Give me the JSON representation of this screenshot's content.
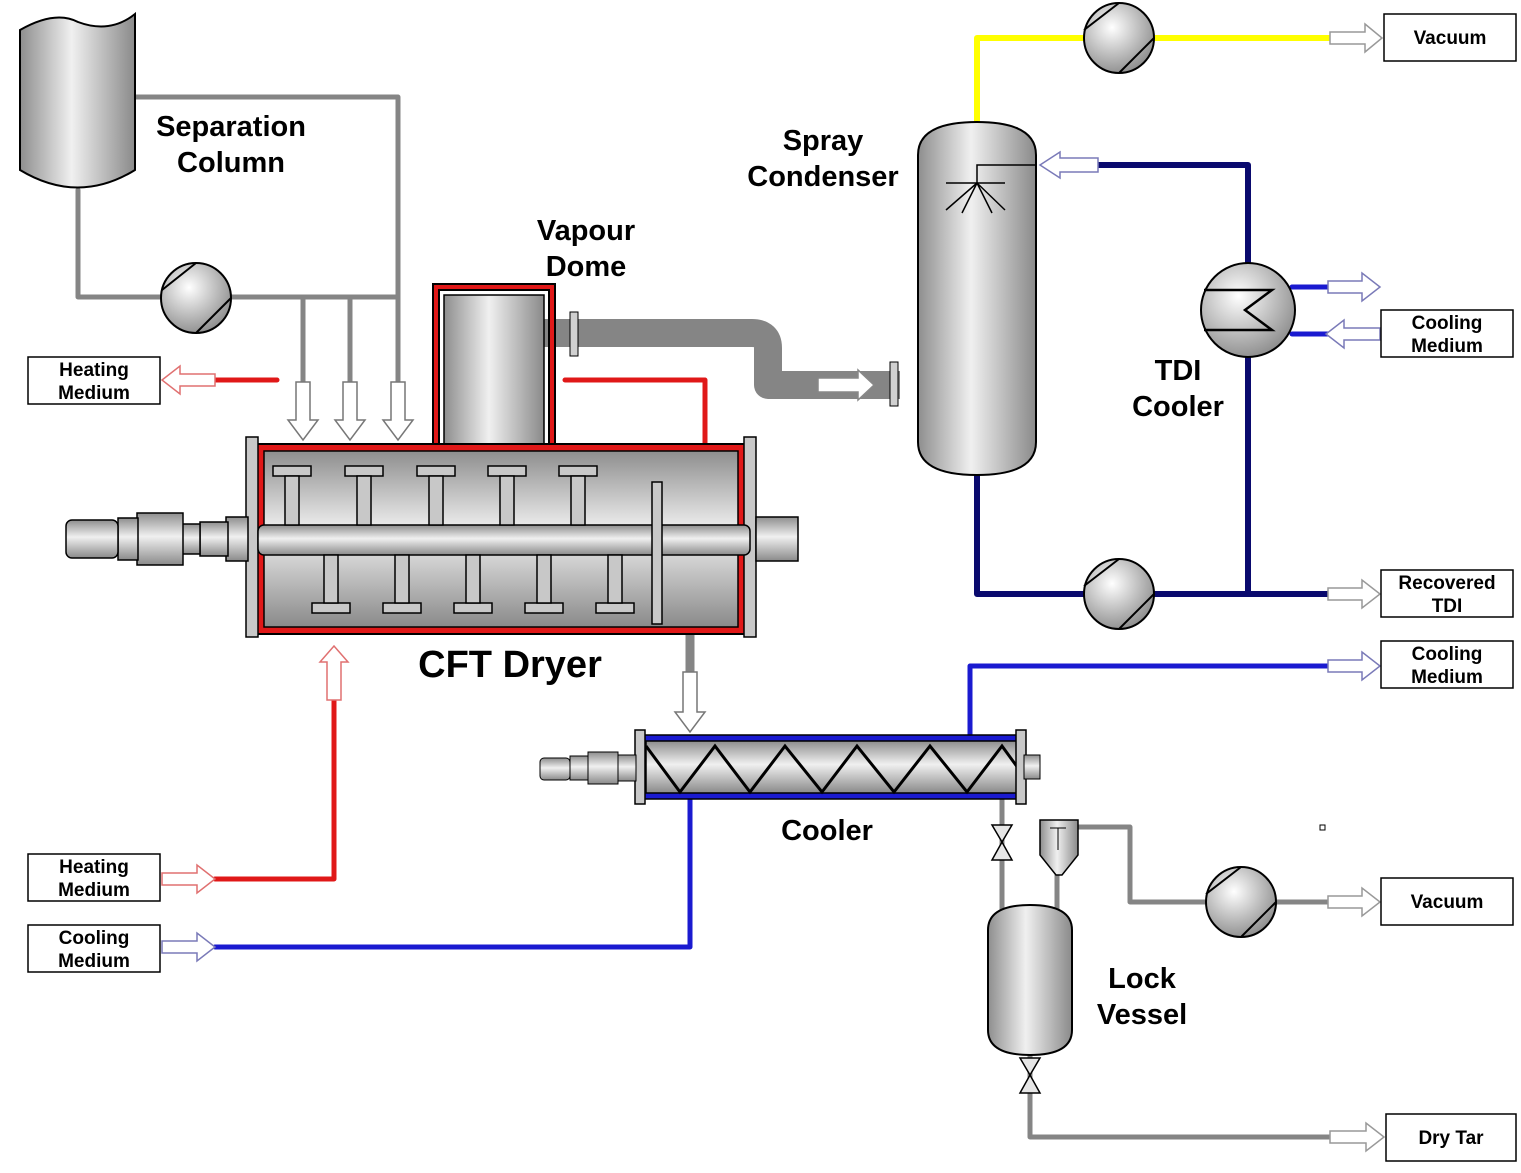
{
  "labels": {
    "separation_column": [
      "Separation",
      "Column"
    ],
    "vapour_dome": [
      "Vapour",
      "Dome"
    ],
    "spray_condenser": [
      "Spray",
      "Condenser"
    ],
    "tdi_cooler": [
      "TDI",
      "Cooler"
    ],
    "cft_dryer": "CFT Dryer",
    "cooler": "Cooler",
    "lock_vessel": [
      "Lock",
      "Vessel"
    ]
  },
  "terminals": {
    "vacuum_top": "Vacuum",
    "cooling_medium_right_top": [
      "Cooling",
      "Medium"
    ],
    "recovered_tdi": [
      "Recovered",
      "TDI"
    ],
    "cooling_medium_right_mid": [
      "Cooling",
      "Medium"
    ],
    "vacuum_bottom": "Vacuum",
    "dry_tar": "Dry Tar",
    "heating_medium_top_left": [
      "Heating",
      "Medium"
    ],
    "heating_medium_bottom_left": [
      "Heating",
      "Medium"
    ],
    "cooling_medium_bottom_left": [
      "Cooling",
      "Medium"
    ]
  },
  "colors": {
    "heating": "#e01818",
    "cooling": "#1a1ad0",
    "tdi_loop": "#0a0a6e",
    "vacuum_line": "#ffff00",
    "process": "#858585"
  }
}
